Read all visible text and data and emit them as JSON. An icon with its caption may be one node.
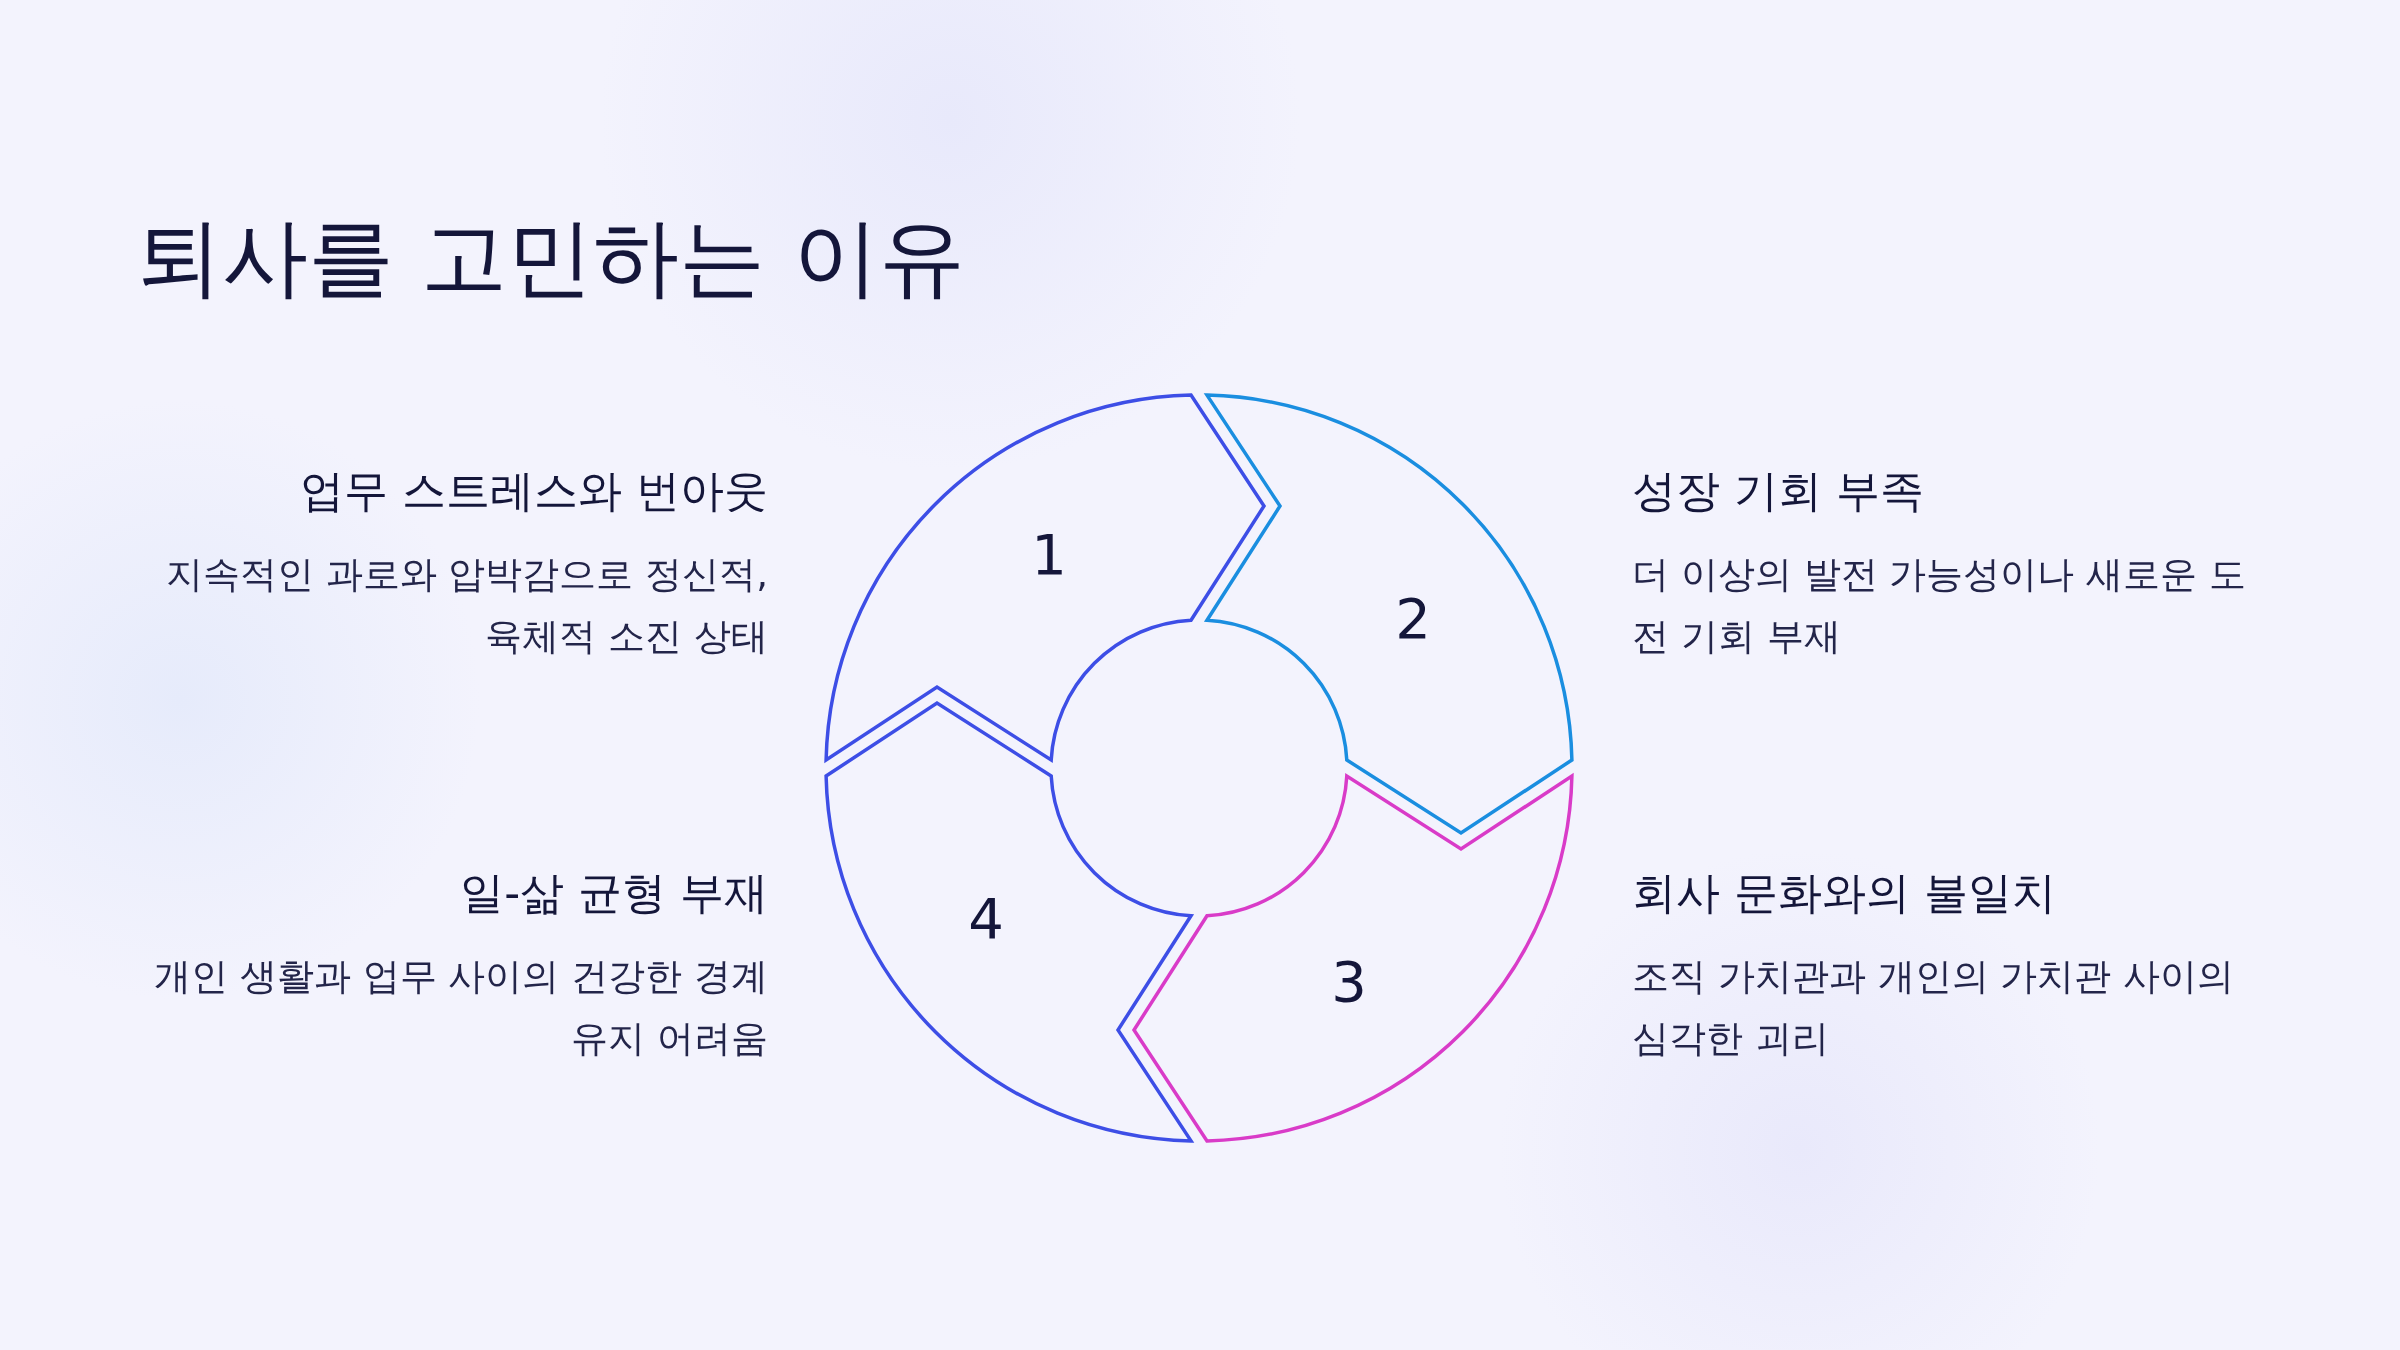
{
  "diagram": {
    "title": "퇴사를 고민하는 이유",
    "nodes": [
      {
        "text": [
          "1"
        ],
        "beside": [
          "업무 스트레스와 번아웃",
          "지속적인 과로와 압박감으로 정신적, 육체적 소진 상태"
        ]
      },
      {
        "text": [
          "2"
        ],
        "beside": [
          "성장 기회 부족",
          "더 이상의 발전 가능성이나 새로운 도전 기회 부재"
        ]
      },
      {
        "text": [
          "3"
        ],
        "beside": [
          "회사 문화와의 불일치",
          "조직 가치관과 개인의 가치관 사이의 심각한 괴리"
        ]
      },
      {
        "text": [
          "4"
        ],
        "beside": [
          "일-삶 균형 부재",
          "개인 생활과 업무 사이의 건강한 경계 유지 어려움"
        ]
      }
    ]
  }
}
